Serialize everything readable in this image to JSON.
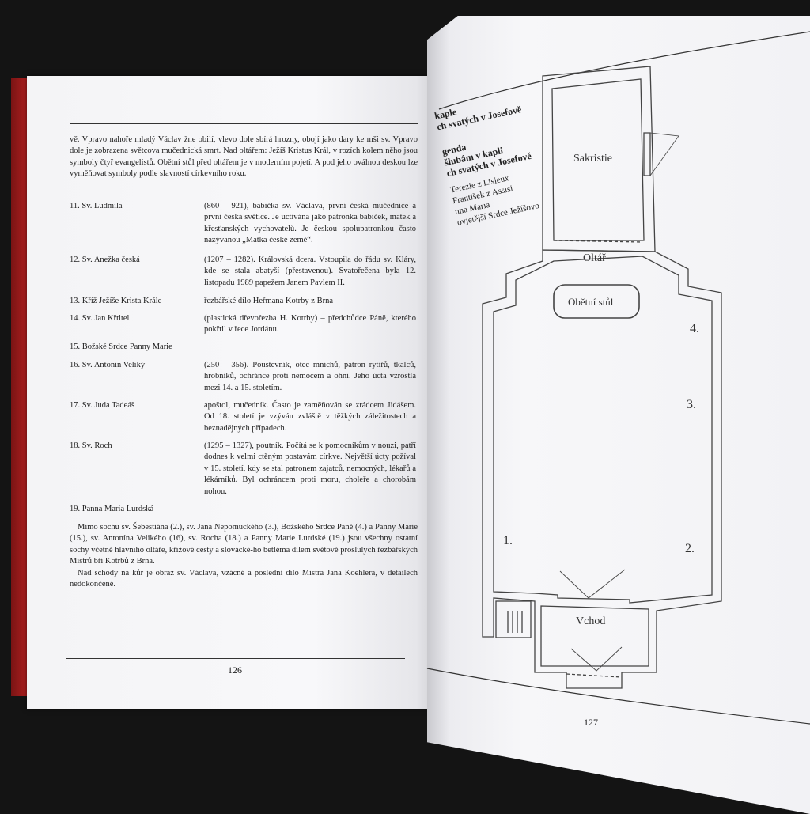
{
  "left_page": {
    "intro": "vě. Vpravo nahoře mladý Václav žne obilí, vlevo dole sbírá hrozny, obojí jako dary ke mši sv. Vpravo dole je zobrazena světcova mučednická smrt. Nad oltářem: Ježíš Kristus Král, v rozích kolem něho jsou symboly čtyř evangelistů. Obětní stůl před oltářem je v moderním pojetí. A pod jeho oválnou deskou lze vyměňovat symboly podle slavností církevního roku.",
    "entries": [
      {
        "name": "11. Sv. Ludmila",
        "desc": "(860 – 921), babička sv. Václava, první česká mučednice a první česká světice. Je uctívána jako patronka babiček, matek a křesťanských vychovatelů. Je českou spolupatronkou často nazývanou „Matka české země“."
      },
      {
        "name": "12. Sv. Anežka česká",
        "desc": "(1207 – 1282). Královská dcera. Vstoupila do řádu sv. Kláry, kde se stala abatyší (přestavenou). Svatořečena byla 12. listopadu 1989 papežem Janem Pavlem II."
      },
      {
        "name": "13. Kříž Ježíše Krista Krále",
        "desc": "řezbářské dílo Heřmana Kotrby z Brna"
      },
      {
        "name": "14. Sv. Jan Křtitel",
        "desc": "(plastická dřevořezba H. Kotrby) – předchůdce Páně, kterého pokřtil v řece Jordánu."
      },
      {
        "name": "15. Božské Srdce Panny Marie",
        "desc": ""
      },
      {
        "name": "16. Sv. Antonín Veliký",
        "desc": "(250 – 356). Poustevník, otec mnichů, patron rytířů, tkalců, hrobníků, ochránce proti nemocem a ohni. Jeho úcta vzrostla mezi 14. a 15. stoletím."
      },
      {
        "name": "17. Sv. Juda Tadeáš",
        "desc": "apoštol, mučedník. Často je zaměňován se zrádcem Jidášem. Od 18. století je vzýván zvláště v těžkých záležitostech a beznadějných případech."
      },
      {
        "name": "18. Sv. Roch",
        "desc": "(1295 – 1327), poutník. Počítá se k pomocníkům v nouzi, patří dodnes k velmi ctěným postavám církve. Největší úcty požíval v 15. století, kdy se stal patronem zajatců, nemocných, lékařů a lékárníků. Byl ochráncem proti moru, choleře a chorobám nohou."
      },
      {
        "name": "19. Panna Maria Lurdská",
        "desc": ""
      }
    ],
    "closing_1": "Mimo sochu sv. Šebestiána (2.), sv. Jana Nepomuckého (3.), Božského Srdce Páně (4.) a Panny Marie (15.), sv. Antonína Velikého (16), sv. Rocha (18.) a Panny Marie Lurdské (19.) jsou všechny ostatní sochy včetně hlavního oltáře, křížové cesty a slovácké-ho betléma dílem světově proslulých řezbářských Mistrů bří Kotrbů z Brna.",
    "closing_2": "Nad schody na kůr je obraz sv. Václava, vzácné a poslední dílo Mistra Jana Koehlera, v detailech nedokončené.",
    "page_number": "126"
  },
  "right_page": {
    "rotated_lines": [
      "kaple",
      "ch svatých v Josefově",
      "genda",
      "šlubám v kapli",
      "ch svatých v Josefově",
      "Terezie z Lisieux",
      "František z Assisi",
      "nna Maria",
      "ovjetější Srdce Ježíšovo"
    ],
    "plan": {
      "sacristy": "Sakristie",
      "altar": "Oltář",
      "offering_table": "Obětní stůl",
      "entrance": "Vchod",
      "markers": [
        "1.",
        "2.",
        "3.",
        "4."
      ]
    },
    "page_number": "127"
  },
  "colors": {
    "background": "#141414",
    "cover_red": "#a81e1e",
    "paper": "#f6f6f8",
    "ink": "#1f1f1f"
  }
}
